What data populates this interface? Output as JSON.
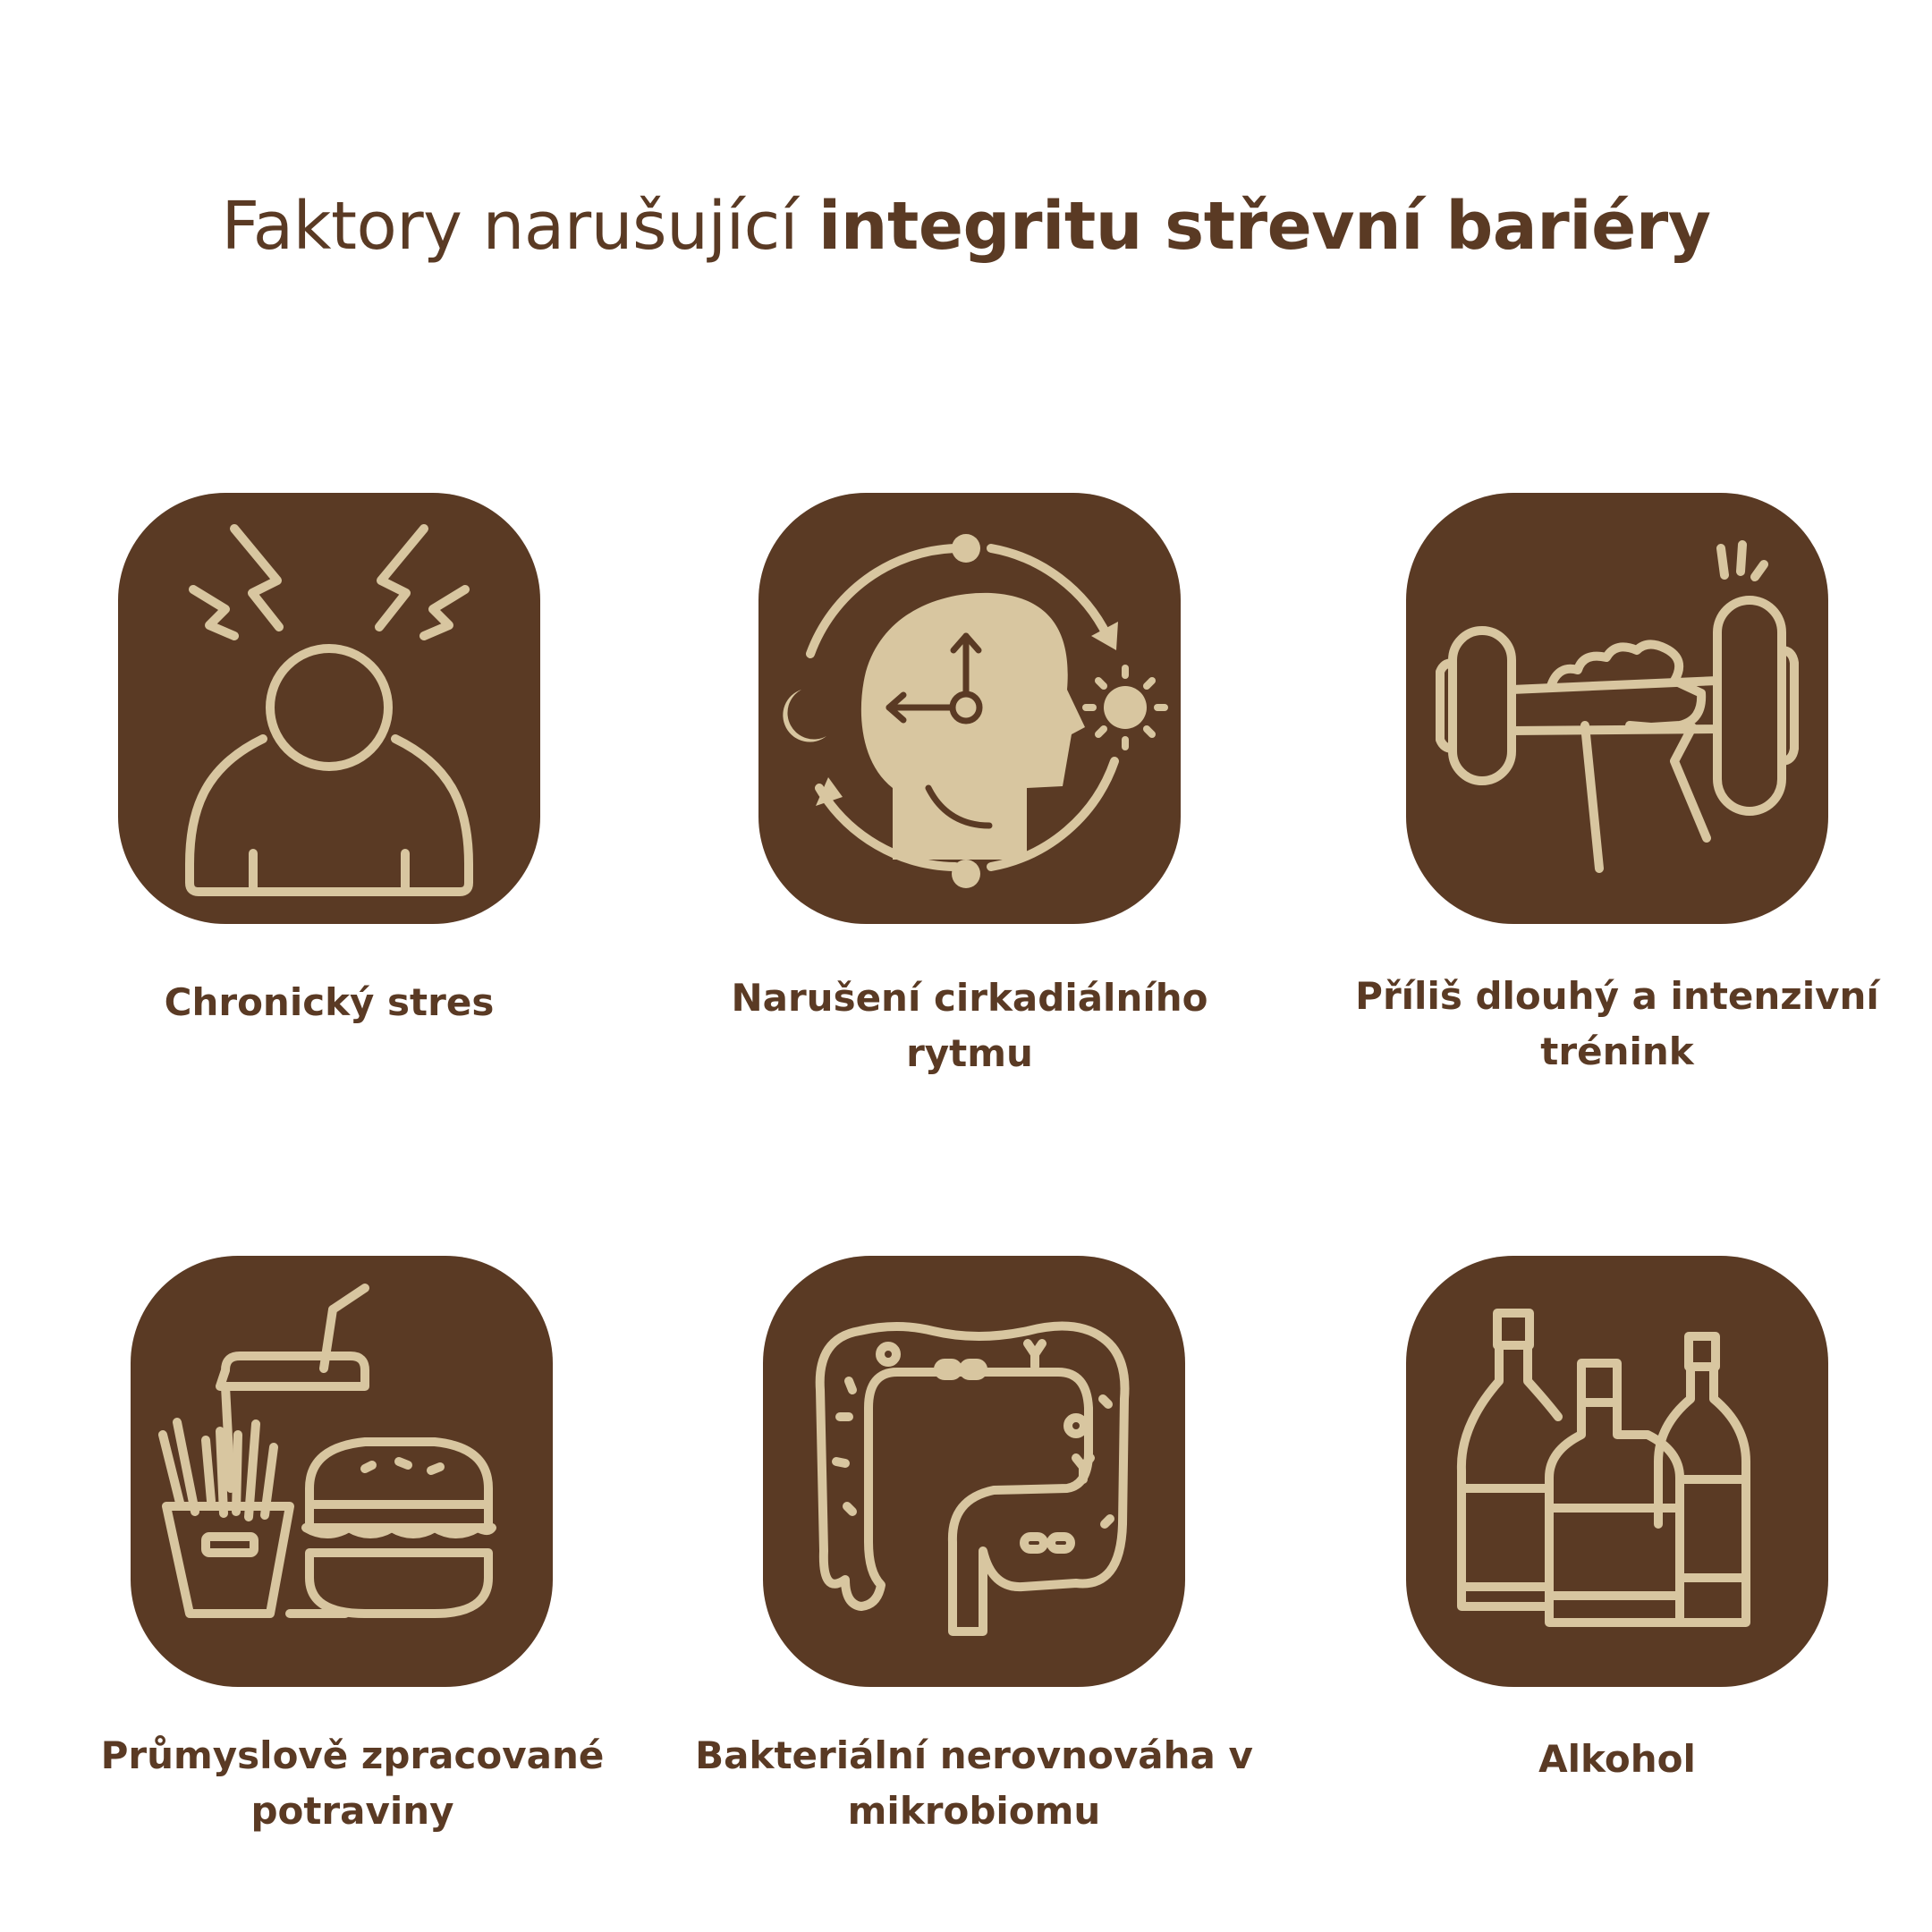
{
  "title": {
    "light": "Faktory narušující ",
    "bold": "integritu střevní bariéry"
  },
  "colors": {
    "tile": "#5a3a24",
    "icon": "#d8c6a0",
    "text": "#5a3a24",
    "background": "#ffffff"
  },
  "factors": [
    {
      "label_line1": "Chronický stres",
      "label_line2": "",
      "icon": "stressed-person-icon"
    },
    {
      "label_line1": "Narušení cirkadiálního",
      "label_line2": "rytmu",
      "icon": "circadian-head-clock-icon"
    },
    {
      "label_line1": "Příliš dlouhý a intenzivní",
      "label_line2": "trénink",
      "icon": "dumbbell-hand-icon"
    },
    {
      "label_line1": "Průmyslově zpracované",
      "label_line2": "potraviny",
      "icon": "fast-food-icon"
    },
    {
      "label_line1": "Bakteriální nerovnováha v",
      "label_line2": "mikrobiomu",
      "icon": "intestine-bacteria-icon"
    },
    {
      "label_line1": "Alkohol",
      "label_line2": "",
      "icon": "alcohol-bottles-icon"
    }
  ]
}
